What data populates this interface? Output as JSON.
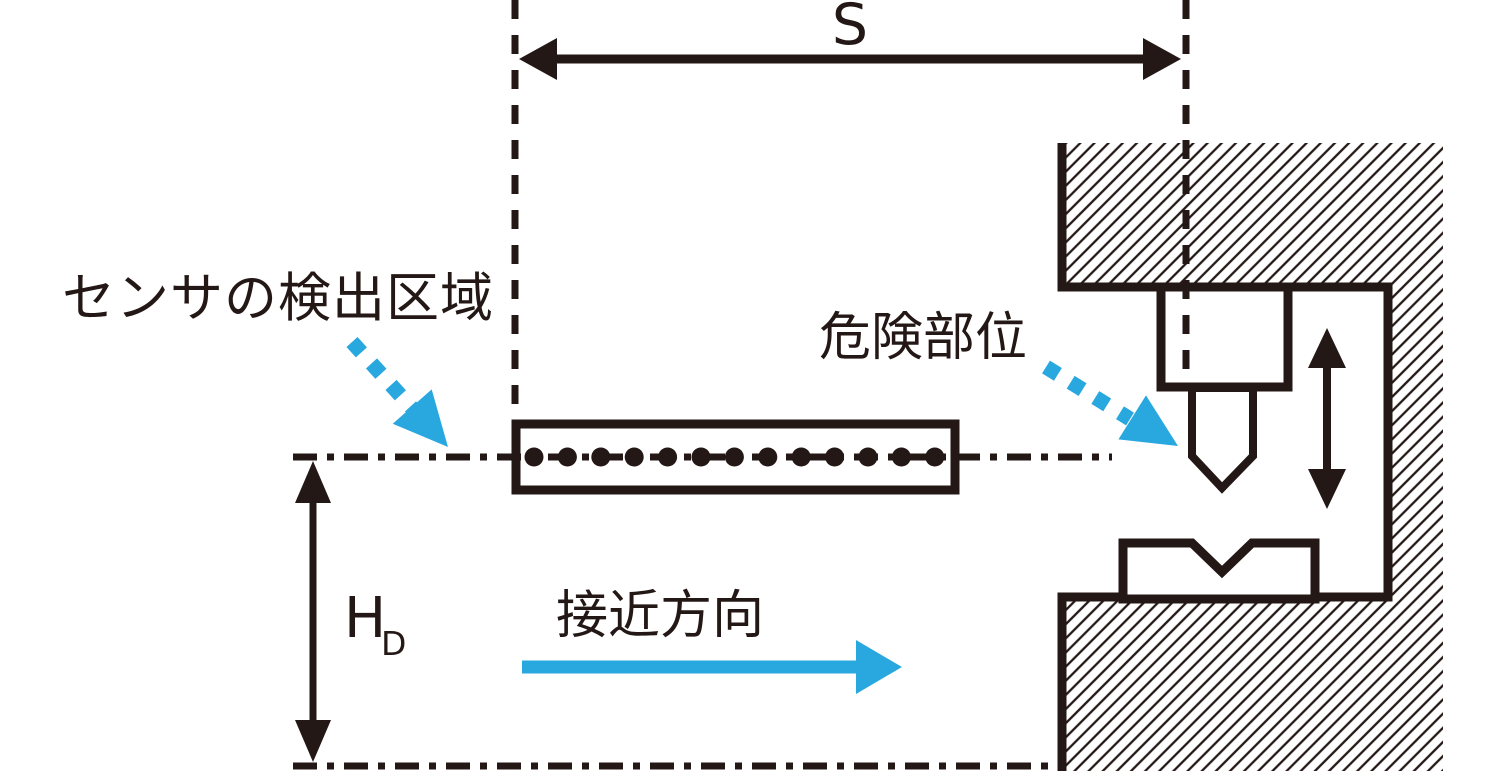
{
  "diagram": {
    "labels": {
      "distance": "S",
      "sensor_zone": "センサの検出区域",
      "hazard": "危険部位",
      "approach_direction": "接近方向",
      "height_main": "H",
      "height_sub": "D"
    },
    "colors": {
      "ink": "#231815",
      "accent": "#29a8e0",
      "background": "#ffffff"
    }
  }
}
